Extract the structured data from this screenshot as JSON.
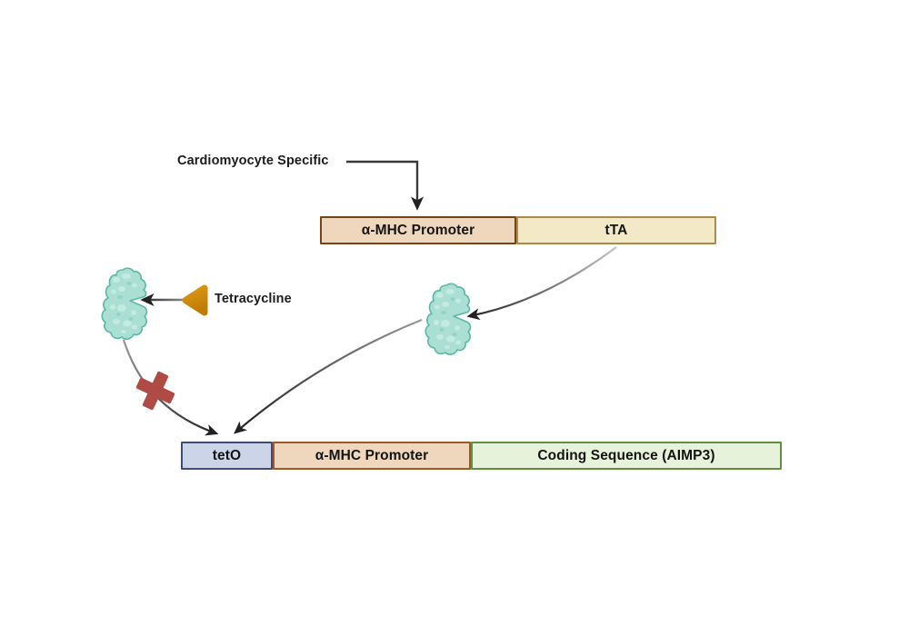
{
  "figure": {
    "background": "#ffffff",
    "annotations": {
      "cardiomyocyte_specific": "Cardiomyocyte Specific",
      "tetracycline": "Tetracycline"
    },
    "driver_construct": {
      "promoter_label": "α-MHC Promoter",
      "transactivator_label": "tTA"
    },
    "response_construct": {
      "operator_label": "tetO",
      "promoter_label": "α-MHC Promoter",
      "coding_sequence_label": "Coding Sequence (AIMP3)"
    },
    "icons": {
      "left_protein": "tta-protein-blob-icon",
      "center_protein": "tta-protein-blob-icon",
      "tetracycline_molecule": "tetracycline-triangle-icon",
      "blocked_mark": "blocked-x-icon"
    },
    "colors": {
      "promoter_fill": "#eed7bc",
      "promoter_border_top": "#72451c",
      "promoter_border_bottom": "#a0582b",
      "tta_fill": "#f3e9c7",
      "tta_border": "#ad8a49",
      "teto_fill": "#ccd4e8",
      "teto_border": "#3e4d7a",
      "coding_fill": "#e7f2da",
      "coding_border": "#5e8f42",
      "protein_fill": "#abdfd3",
      "protein_border": "#5ab8a6",
      "protein_spot_light": "#c3ebdf",
      "protein_spot_dark": "#92d4c4",
      "tetracycline_fill": "#cf8a08",
      "blocked_x": "#b04a45",
      "arrow_dark": "#222222"
    }
  }
}
